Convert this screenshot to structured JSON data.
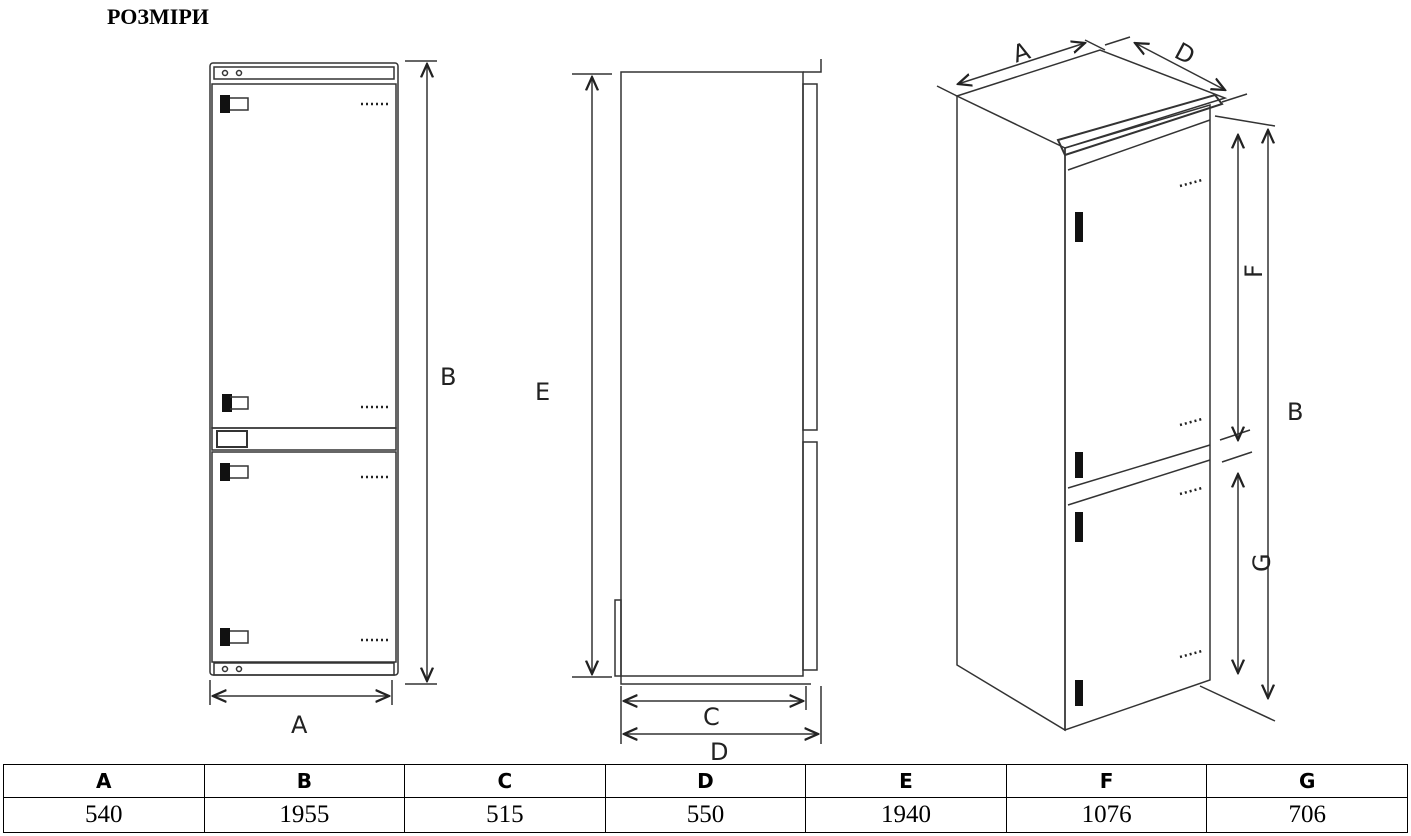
{
  "title": "РОЗМІРИ",
  "diagram_labels": {
    "A": "A",
    "B": "B",
    "C": "C",
    "D": "D",
    "E": "E",
    "F": "F",
    "G": "G"
  },
  "table": {
    "headers": [
      "A",
      "B",
      "C",
      "D",
      "E",
      "F",
      "G"
    ],
    "values": [
      "540",
      "1955",
      "515",
      "550",
      "1940",
      "1076",
      "706"
    ]
  }
}
